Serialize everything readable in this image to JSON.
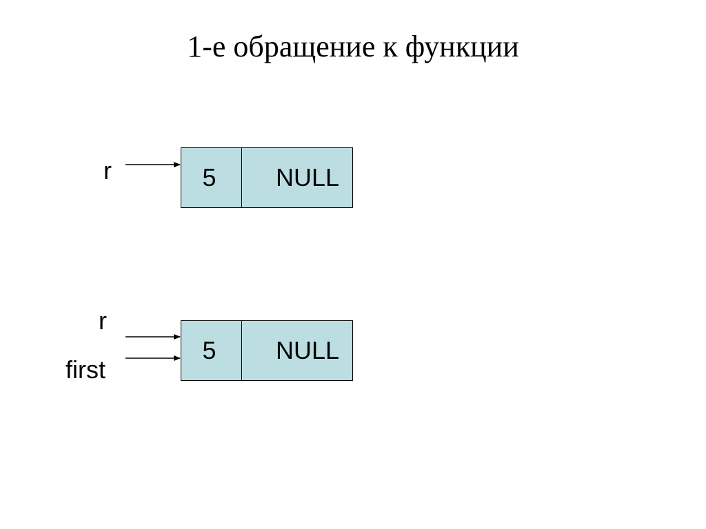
{
  "title": "1-е обращение к функции",
  "colors": {
    "node_fill": "#bcdee2",
    "stroke": "#000000"
  },
  "diagram_top": {
    "pointer_labels": [
      "r"
    ],
    "node": {
      "value": "5",
      "next": "NULL"
    }
  },
  "diagram_bottom": {
    "pointer_labels": [
      "r",
      "first"
    ],
    "node": {
      "value": "5",
      "next": "NULL"
    }
  }
}
